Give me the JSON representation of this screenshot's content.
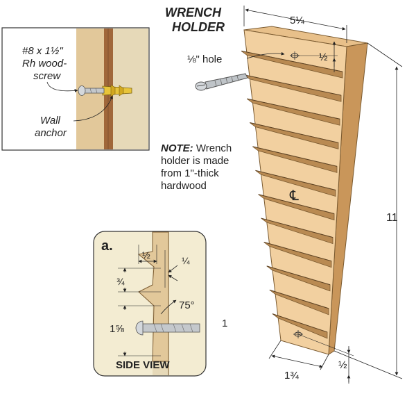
{
  "title": {
    "line1": "WRENCH",
    "line2": "HOLDER"
  },
  "dimensions": {
    "top_width": "5¼",
    "hole_offset": "½",
    "height": "11",
    "bottom_width": "1¾",
    "bottom_offset": "½",
    "hole_label": "⅛\" hole"
  },
  "note": {
    "prefix": "NOTE:",
    "line1": " Wrench",
    "line2": "holder is made",
    "line3": "from 1\"-thick",
    "line4": "hardwood"
  },
  "centerline_symbol": "℄",
  "inset_screw": {
    "line1": "#8 x 1½\"",
    "line2": "Rh wood-",
    "line3": "screw",
    "anchor1": "Wall",
    "anchor2": "anchor"
  },
  "side_view": {
    "badge": "a.",
    "title": "SIDE VIEW",
    "dim_half": "½",
    "dim_quarter": "¼",
    "dim_three_quarter": "¾",
    "dim_one_five_eighths": "1⅝",
    "angle": "75°"
  },
  "stray_label": "1",
  "colors": {
    "wood_face": "#f2d0a0",
    "wood_shade": "#d9a86c",
    "wood_dark": "#b98a52",
    "wall": "#e6d9b8",
    "screw_brass": "#e8c43a"
  }
}
